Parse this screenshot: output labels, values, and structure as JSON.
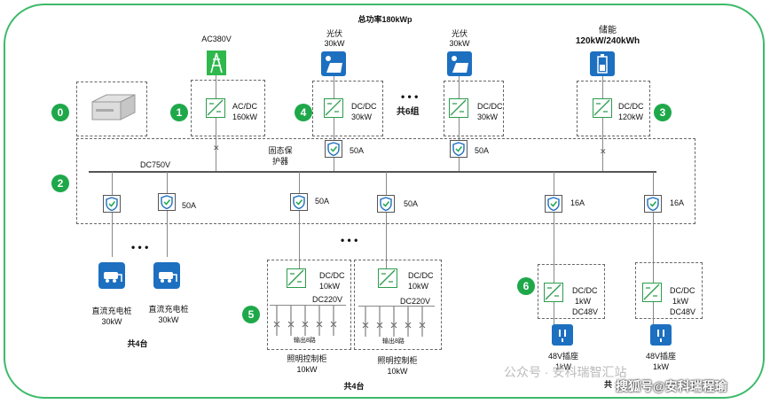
{
  "title": "总功率180kWp",
  "ac_source": {
    "label": "AC380V",
    "converter_label": "AC/DC",
    "converter_power": "160kW"
  },
  "pv_left": {
    "label": "光伏",
    "power": "30kW",
    "converter_label": "DC/DC",
    "converter_power": "30kW"
  },
  "pv_right": {
    "label": "光伏",
    "power": "30kW",
    "converter_label": "DC/DC",
    "converter_power": "30kW"
  },
  "pv_group_label": "共6组",
  "storage": {
    "label": "储能",
    "power": "120kW/240kWh",
    "converter_label": "DC/DC",
    "converter_power": "120kW"
  },
  "bus": {
    "voltage": "DC750V",
    "protector_label_line1": "固态保",
    "protector_label_line2": "护器"
  },
  "breakers": {
    "pv_left": "50A",
    "pv_right": "50A",
    "charger_right": "50A",
    "cabinet_left": "50A",
    "cabinet_right": "50A",
    "socket_left": "16A",
    "socket_right": "16A"
  },
  "ellipsis": "• • •",
  "numbers": [
    "0",
    "1",
    "2",
    "3",
    "4",
    "5",
    "6"
  ],
  "chargers": [
    {
      "label": "直流充电桩",
      "power": "30kW"
    },
    {
      "label": "直流充电桩",
      "power": "30kW"
    }
  ],
  "chargers_count": "共4台",
  "cabinets": [
    {
      "converter_label": "DC/DC",
      "converter_power": "10kW",
      "voltage": "DC220V",
      "output": "输出8路",
      "label": "照明控制柜",
      "power": "10kW"
    },
    {
      "converter_label": "DC/DC",
      "converter_power": "10kW",
      "voltage": "DC220V",
      "output": "输出8路",
      "label": "照明控制柜",
      "power": "10kW"
    }
  ],
  "cabinets_count": "共4台",
  "sockets": [
    {
      "converter_label": "DC/DC",
      "converter_power": "1kW",
      "voltage": "DC48V",
      "label": "48V插座",
      "power": "1kW"
    },
    {
      "converter_label": "DC/DC",
      "converter_power": "1kW",
      "voltage": "DC48V",
      "label": "48V插座",
      "power": "1kW"
    }
  ],
  "sockets_count": "共",
  "watermark_1": "公众号 · 安科瑞智汇站",
  "watermark_2": "搜狐号@安科瑞程瑜",
  "colors": {
    "green": "#1ea84a",
    "frame": "#3dba6a",
    "blue": "#1d6fc0"
  }
}
